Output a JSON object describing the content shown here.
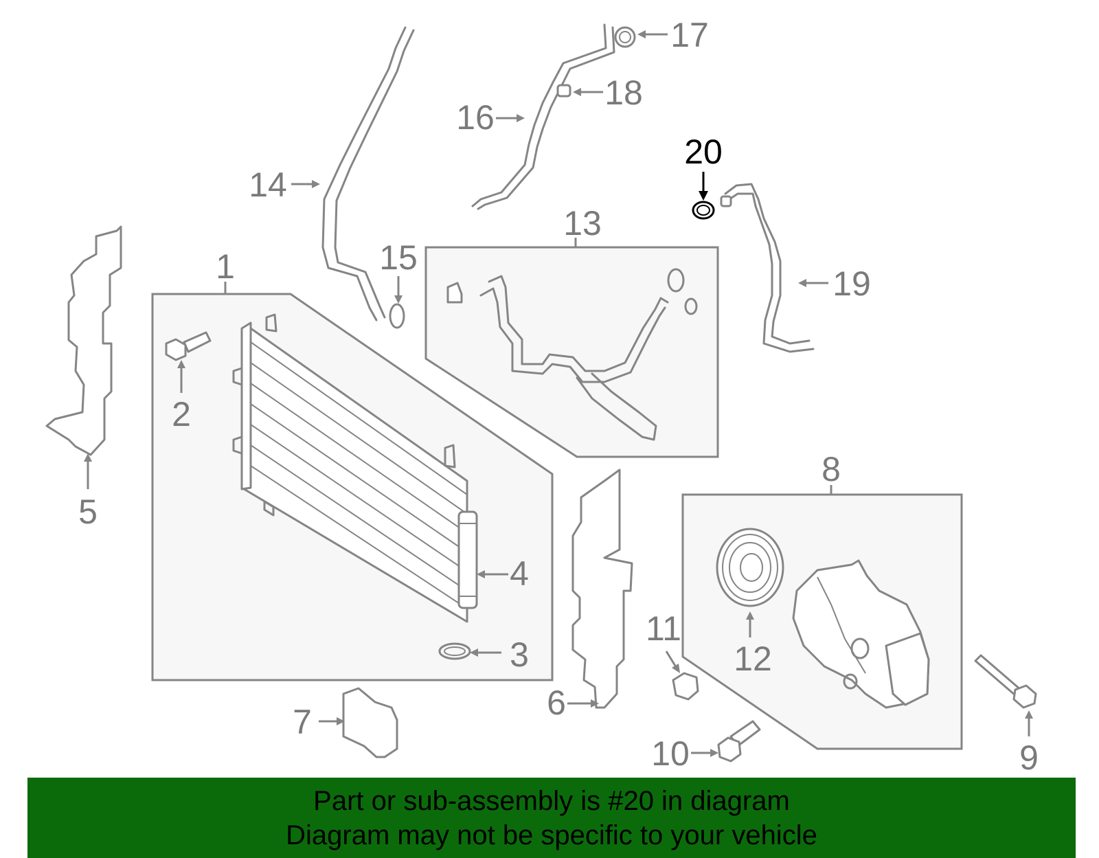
{
  "callouts": {
    "c1": "1",
    "c2": "2",
    "c3": "3",
    "c4": "4",
    "c5": "5",
    "c6": "6",
    "c7": "7",
    "c8": "8",
    "c9": "9",
    "c10": "10",
    "c11": "11",
    "c12": "12",
    "c13": "13",
    "c14": "14",
    "c15": "15",
    "c16": "16",
    "c17": "17",
    "c18": "18",
    "c19": "19",
    "c20": "20"
  },
  "highlighted_callout": "20",
  "banner": {
    "line1": "Part or sub-assembly is #20 in diagram",
    "line2": "Diagram may not be specific to your vehicle"
  },
  "colors": {
    "line_art": "#858585",
    "highlight": "#000000",
    "banner_bg": "#0b6b0b",
    "banner_text": "#000000"
  }
}
